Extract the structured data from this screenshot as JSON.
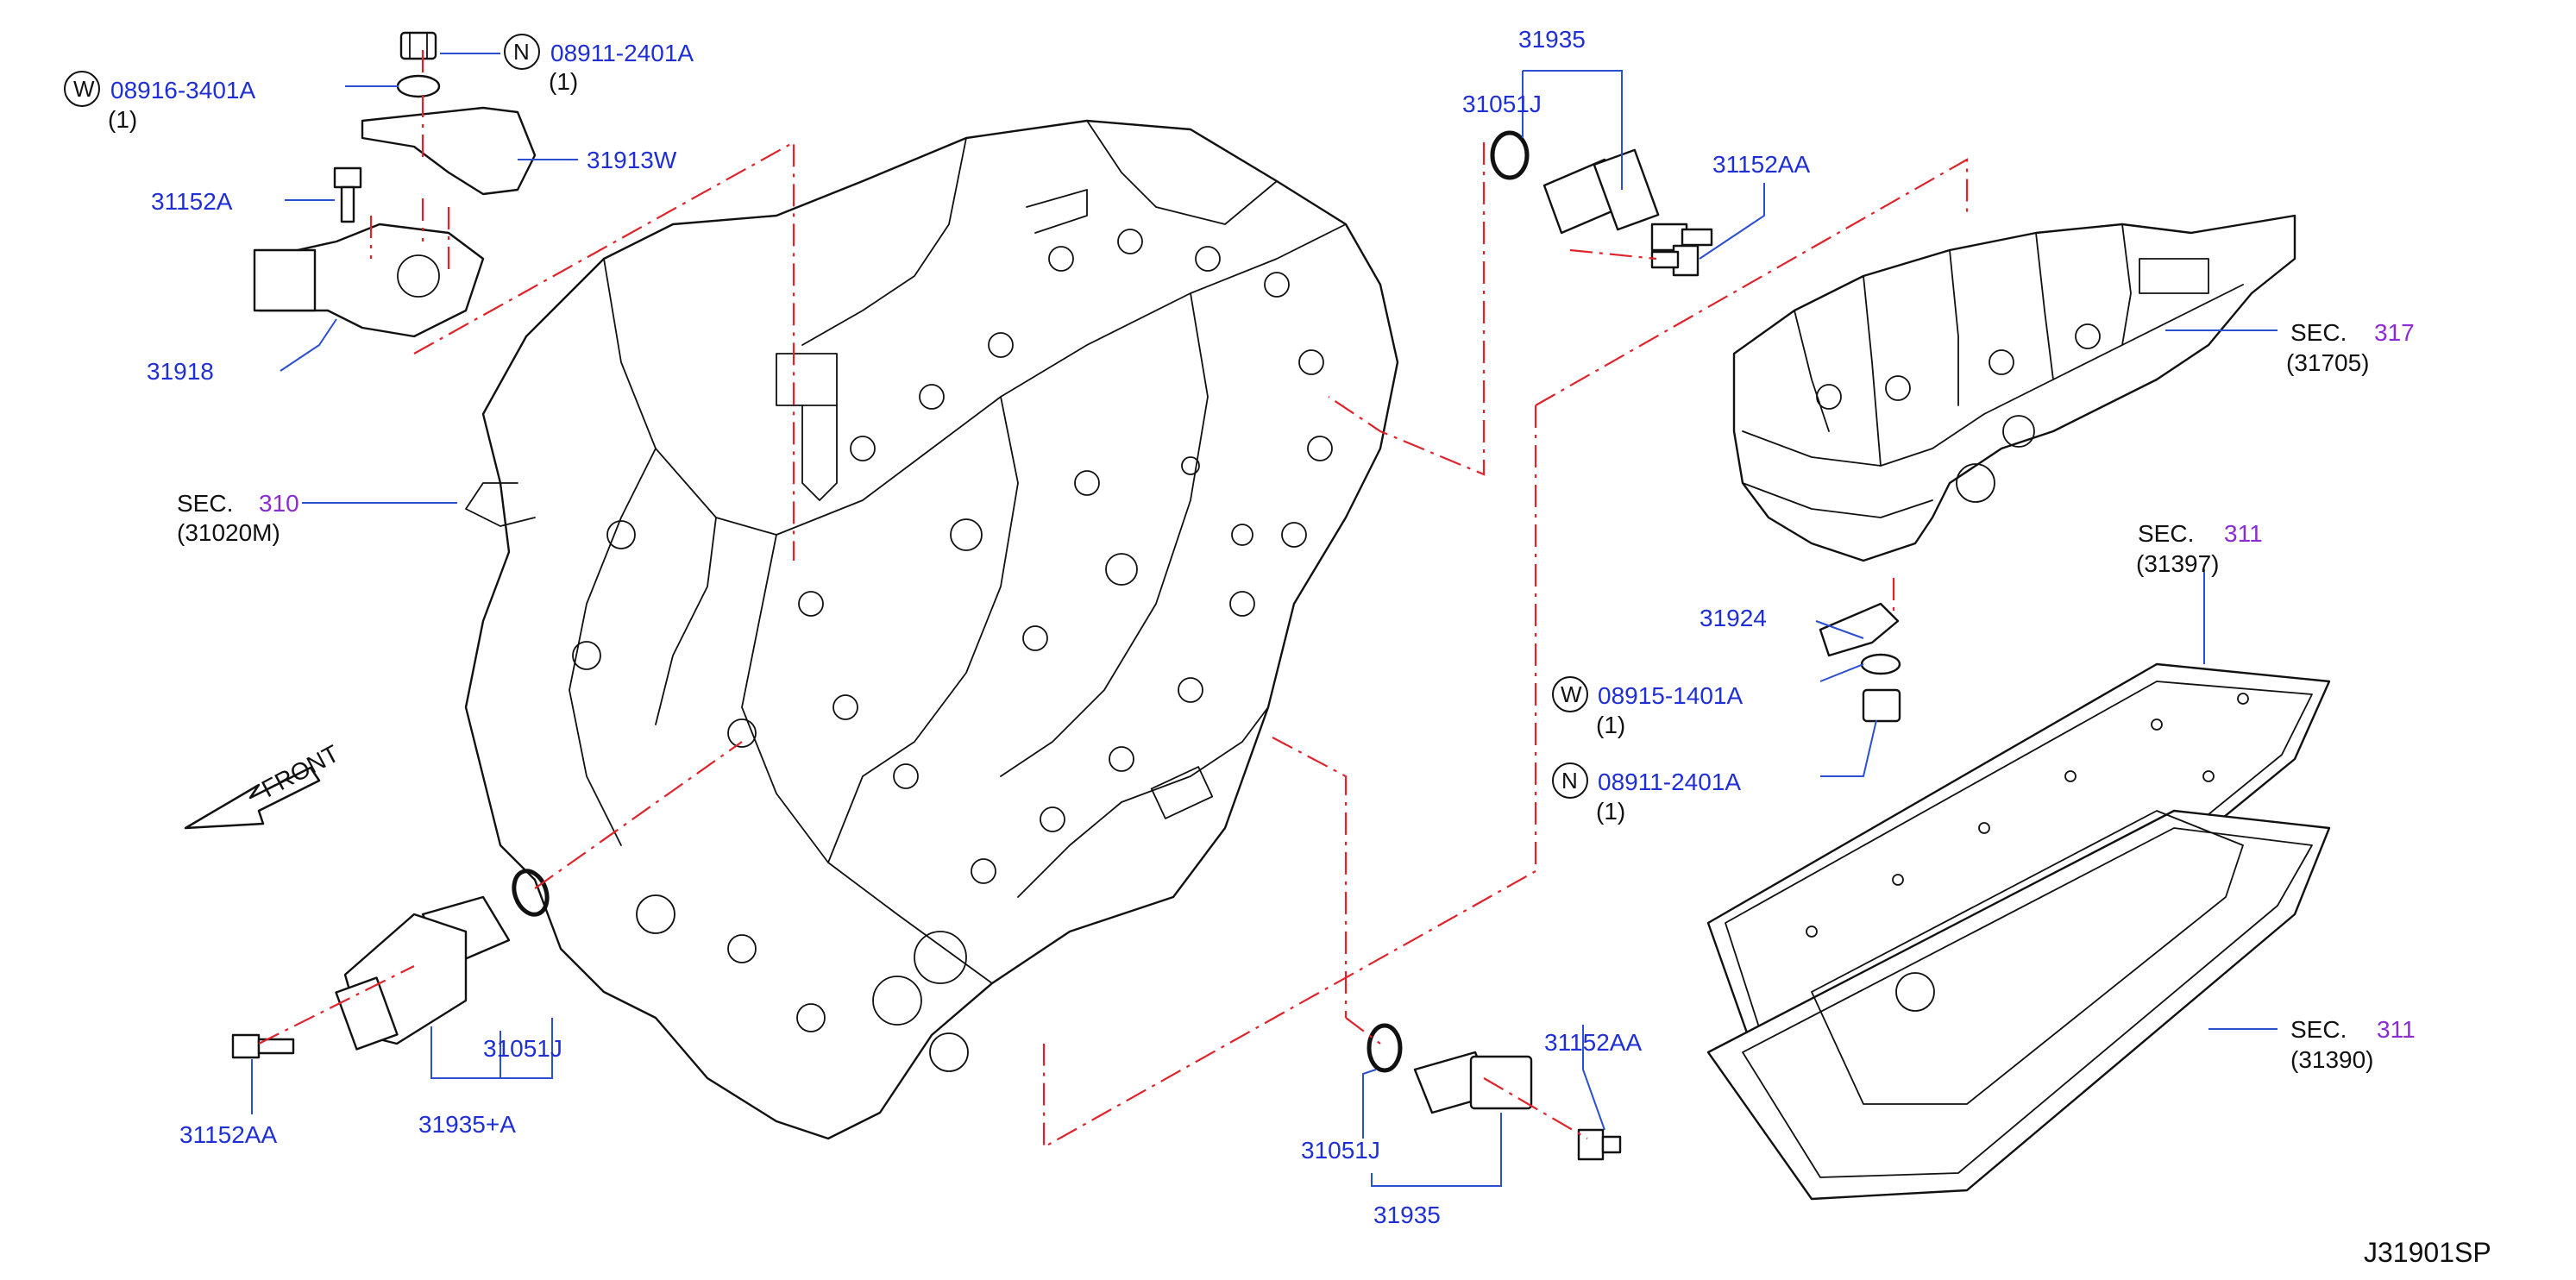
{
  "labels": {
    "w_08916": "08916-3401A",
    "w_08916_qty": "(1)",
    "n_08911_top": "08911-2401A",
    "n_08911_top_qty": "(1)",
    "p31913w": "31913W",
    "p31152a": "31152A",
    "p31918": "31918",
    "sec310_prefix": "SEC.",
    "sec310_num": "310",
    "sec310_sub": "(31020M)",
    "front": "FRONT",
    "p31935_top": "31935",
    "p31051j_top": "31051J",
    "p31152aa_top": "31152AA",
    "sec317_prefix": "SEC.",
    "sec317_num": "317",
    "sec317_sub": "(31705)",
    "sec311a_prefix": "SEC.",
    "sec311a_num": "311",
    "sec311a_sub": "(31397)",
    "p31924": "31924",
    "w_08915": "08915-1401A",
    "w_08915_qty": "(1)",
    "n_08911_right": "08911-2401A",
    "n_08911_right_qty": "(1)",
    "sec311b_prefix": "SEC.",
    "sec311b_num": "311",
    "sec311b_sub": "(31390)",
    "p31051j_left": "31051J",
    "p31152aa_left": "31152AA",
    "p31935a": "31935+A",
    "p31152aa_bottom": "31152AA",
    "p31051j_bottom": "31051J",
    "p31935_bottom": "31935",
    "diagram_code": "J31901SP",
    "sym_w": "W",
    "sym_n": "N"
  },
  "colors": {
    "label_blue": "#1f2fd6",
    "section_purple": "#8a2bd6",
    "phantom_red": "#e0232a",
    "leader_blue": "#2a4fd0",
    "linework": "#111111"
  }
}
